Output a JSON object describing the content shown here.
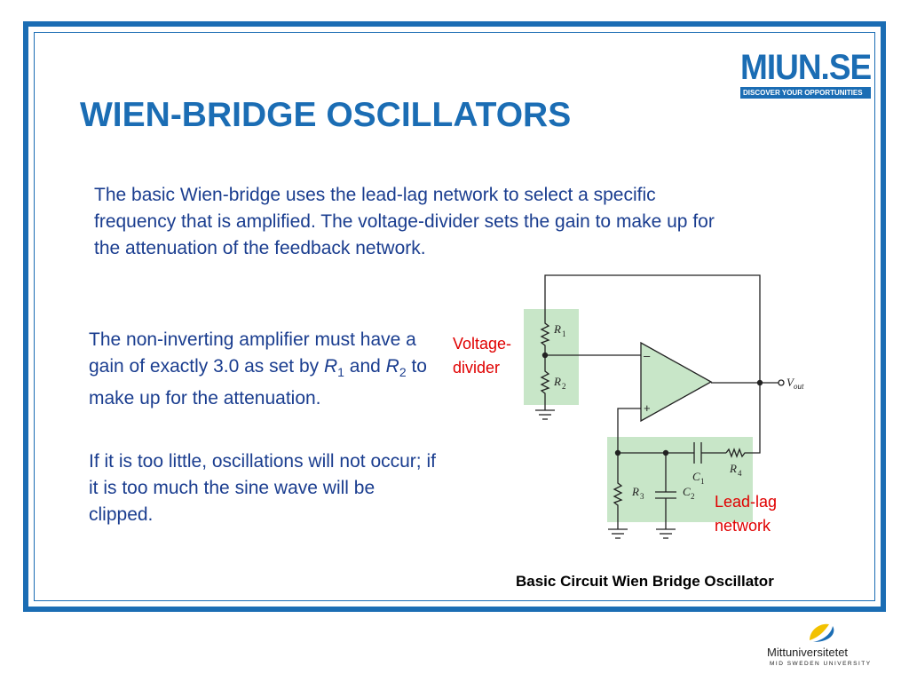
{
  "title": "WIEN-BRIDGE OSCILLATORS",
  "logo_top": {
    "name": "MIUN.SE",
    "tagline": "DISCOVER YOUR OPPORTUNITIES"
  },
  "intro": "The basic Wien-bridge uses the lead-lag network to select a specific frequency that is amplified. The voltage-divider sets the gain to make up for the attenuation of the feedback network.",
  "left": {
    "p1_a": "The non-inverting amplifier must have a gain of exactly 3.0 as set by ",
    "r1": "R",
    "r1_sub": "1",
    "and": " and ",
    "r2": "R",
    "r2_sub": "2",
    "p1_b": " to make up for the attenuation.",
    "p2": "If it is too little, oscillations will not occur; if it is too much the sine wave will be clipped."
  },
  "circuit": {
    "voltage_divider_1": "Voltage-",
    "voltage_divider_2": "divider",
    "lead_lag_1": "Lead-lag",
    "lead_lag_2": "network",
    "R": "R",
    "C": "C",
    "V": "V",
    "out": "out",
    "sub1": "1",
    "sub2": "2",
    "sub3": "3",
    "sub4": "4",
    "minus": "–",
    "plus": "+",
    "box_color": "#c8e6c8"
  },
  "caption": "Basic Circuit Wien Bridge Oscillator",
  "logo_bottom": {
    "name": "Mittuniversitetet",
    "sub": "MID SWEDEN UNIVERSITY"
  },
  "colors": {
    "accent": "#1b6db4",
    "text": "#1a3d8f",
    "label_red": "#e00000"
  }
}
